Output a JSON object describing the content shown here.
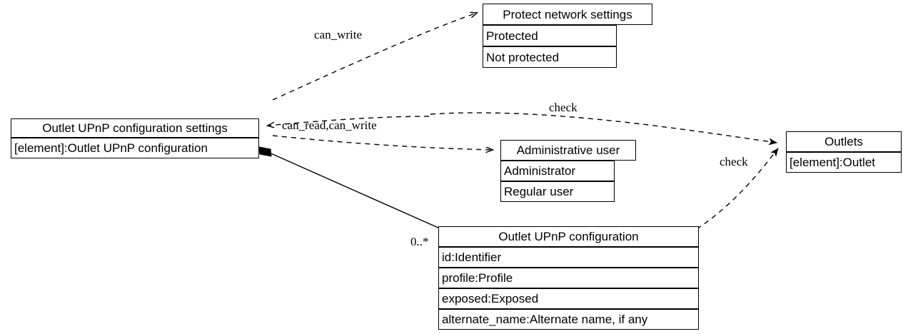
{
  "diagram": {
    "type": "uml-class-diagram",
    "background": "#ffffff",
    "line_color": "#000000",
    "classes": [
      {
        "id": "protect-network-settings",
        "title": "Protect network settings",
        "attributes": [
          "Protected",
          "Not protected"
        ]
      },
      {
        "id": "outlet-upnp-configuration-settings",
        "title": "Outlet UPnP configuration settings",
        "attributes": [
          "[element]:Outlet UPnP configuration"
        ]
      },
      {
        "id": "administrative-user",
        "title": "Administrative user",
        "attributes": [
          "Administrator",
          "Regular user"
        ]
      },
      {
        "id": "outlets",
        "title": "Outlets",
        "attributes": [
          "[element]:Outlet"
        ]
      },
      {
        "id": "outlet-upnp-configuration",
        "title": "Outlet UPnP configuration",
        "attributes": [
          "id:Identifier",
          "profile:Profile",
          "exposed:Exposed",
          "alternate_name:Alternate name, if any"
        ]
      }
    ],
    "edges": [
      {
        "id": "can-write",
        "label": "can_write",
        "style": "dashed",
        "arrow": "open",
        "from": "outlet-upnp-configuration-settings",
        "to": "protect-network-settings"
      },
      {
        "id": "can-read-can-write",
        "label": "can_read,can_write",
        "style": "dashed",
        "arrow": "open",
        "from": "administrative-user",
        "to": "outlet-upnp-configuration-settings"
      },
      {
        "id": "can-read-can-write-2",
        "label": "",
        "style": "dashed",
        "arrow": "open",
        "from": "outlet-upnp-configuration-settings",
        "to": "administrative-user"
      },
      {
        "id": "check-top",
        "label": "check",
        "style": "dashed",
        "arrow": "open",
        "from": "outlet-upnp-configuration-settings",
        "to": "outlets"
      },
      {
        "id": "check-bottom",
        "label": "check",
        "style": "dashed",
        "arrow": "open",
        "from": "outlet-upnp-configuration",
        "to": "outlets"
      },
      {
        "id": "composition",
        "label": "0..*",
        "style": "solid",
        "arrow": "filled-diamond",
        "from": "outlet-upnp-configuration-settings",
        "to": "outlet-upnp-configuration"
      }
    ]
  }
}
